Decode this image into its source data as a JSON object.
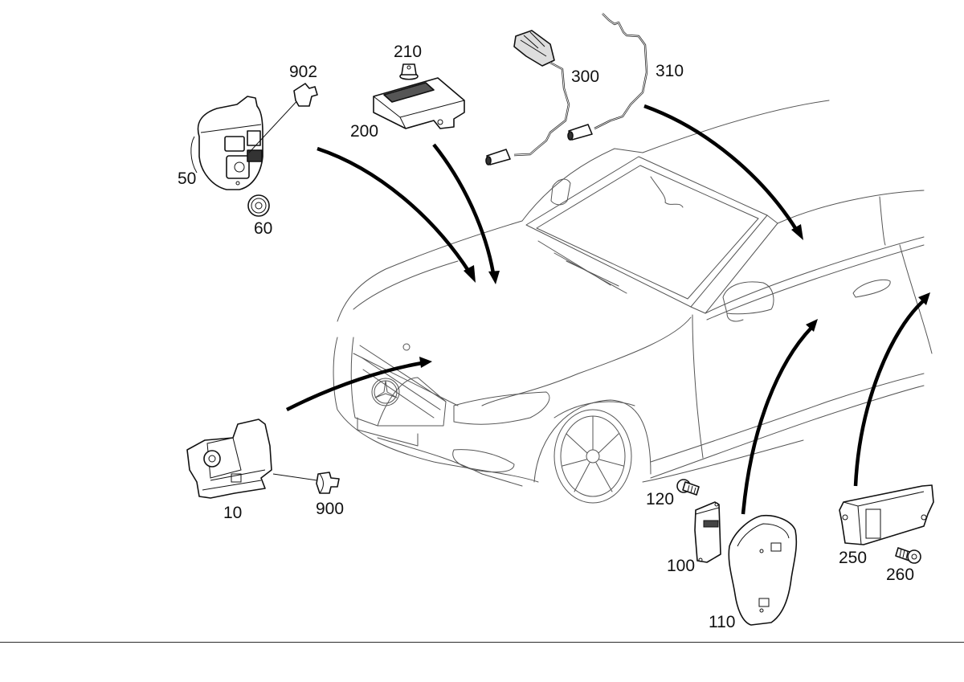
{
  "diagram": {
    "type": "exploded-parts-diagram",
    "subject": "vehicle (front three-quarter view) with keyless-access / locking components",
    "parts": [
      {
        "id": "p10",
        "number": "10",
        "depicts": "hood lock / latch"
      },
      {
        "id": "p50",
        "number": "50",
        "depicts": "switch / sensor unit"
      },
      {
        "id": "p60",
        "number": "60",
        "depicts": "nut"
      },
      {
        "id": "p100",
        "number": "100",
        "depicts": "antenna module"
      },
      {
        "id": "p110",
        "number": "110",
        "depicts": "cover / shield"
      },
      {
        "id": "p120",
        "number": "120",
        "depicts": "screw"
      },
      {
        "id": "p200",
        "number": "200",
        "depicts": "control unit"
      },
      {
        "id": "p210",
        "number": "210",
        "depicts": "nut"
      },
      {
        "id": "p250",
        "number": "250",
        "depicts": "antenna module"
      },
      {
        "id": "p260",
        "number": "260",
        "depicts": "screw"
      },
      {
        "id": "p300",
        "number": "300",
        "depicts": "antenna with cable"
      },
      {
        "id": "p310",
        "number": "310",
        "depicts": "antenna with cable"
      },
      {
        "id": "p900",
        "number": "900",
        "depicts": "connector"
      },
      {
        "id": "p902",
        "number": "902",
        "depicts": "connector"
      }
    ],
    "arrows": [
      {
        "from": "50",
        "to": "front hood area"
      },
      {
        "from": "200",
        "to": "front hood area"
      },
      {
        "from": "10",
        "to": "front grille area"
      },
      {
        "from": "310",
        "to": "windscreen / roof area"
      },
      {
        "from": "110",
        "to": "front door"
      },
      {
        "from": "250",
        "to": "rear door"
      }
    ]
  },
  "colors": {
    "line_art": "#111111",
    "car_outline": "#555555",
    "arrow": "#000000",
    "background": "#ffffff"
  }
}
